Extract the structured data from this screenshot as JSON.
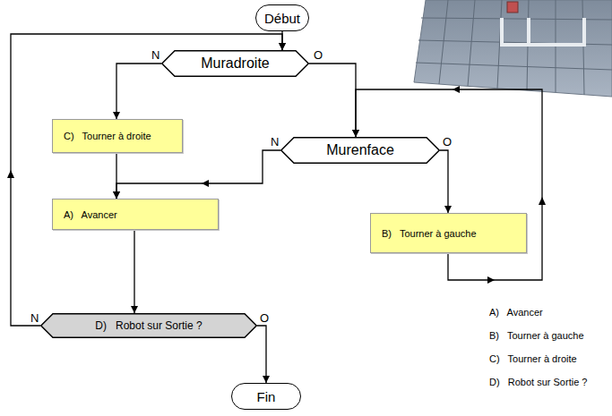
{
  "diagram": {
    "nodes": [
      {
        "text": [
          "Début"
        ]
      },
      {
        "text": [
          "Muradroite"
        ]
      },
      {
        "text": [
          "C)   Tourner à droite"
        ]
      },
      {
        "text": [
          "Murenface"
        ]
      },
      {
        "text": [
          "A)   Avancer"
        ]
      },
      {
        "text": [
          "B)   Tourner à gauche"
        ]
      },
      {
        "text": [
          "D)   Robot sur Sortie ?"
        ]
      },
      {
        "text": [
          "Fin"
        ]
      }
    ],
    "edges": [
      {
        "from": 0,
        "to": 1,
        "arrow": "to"
      },
      {
        "from": 1,
        "to": 2,
        "label": "N",
        "arrow": "to"
      },
      {
        "from": 1,
        "to": 3,
        "label": "O",
        "arrow": "to"
      },
      {
        "from": 2,
        "to": 4,
        "arrow": "to"
      },
      {
        "from": 3,
        "to": 4,
        "label": "N",
        "arrow": "to"
      },
      {
        "from": 3,
        "to": 5,
        "label": "O",
        "arrow": "to"
      },
      {
        "from": 5,
        "to": 3,
        "arrow": "to"
      },
      {
        "from": 4,
        "to": 6,
        "arrow": "to"
      },
      {
        "from": 6,
        "to": 7,
        "label": "O",
        "arrow": "to"
      },
      {
        "from": 6,
        "to": 1,
        "label": "N",
        "arrow": "to"
      }
    ],
    "labels": [
      "A)   Avancer",
      "B)   Tourner à gauche",
      "C)   Tourner à droite",
      "D)   Robot sur Sortie ?"
    ]
  }
}
